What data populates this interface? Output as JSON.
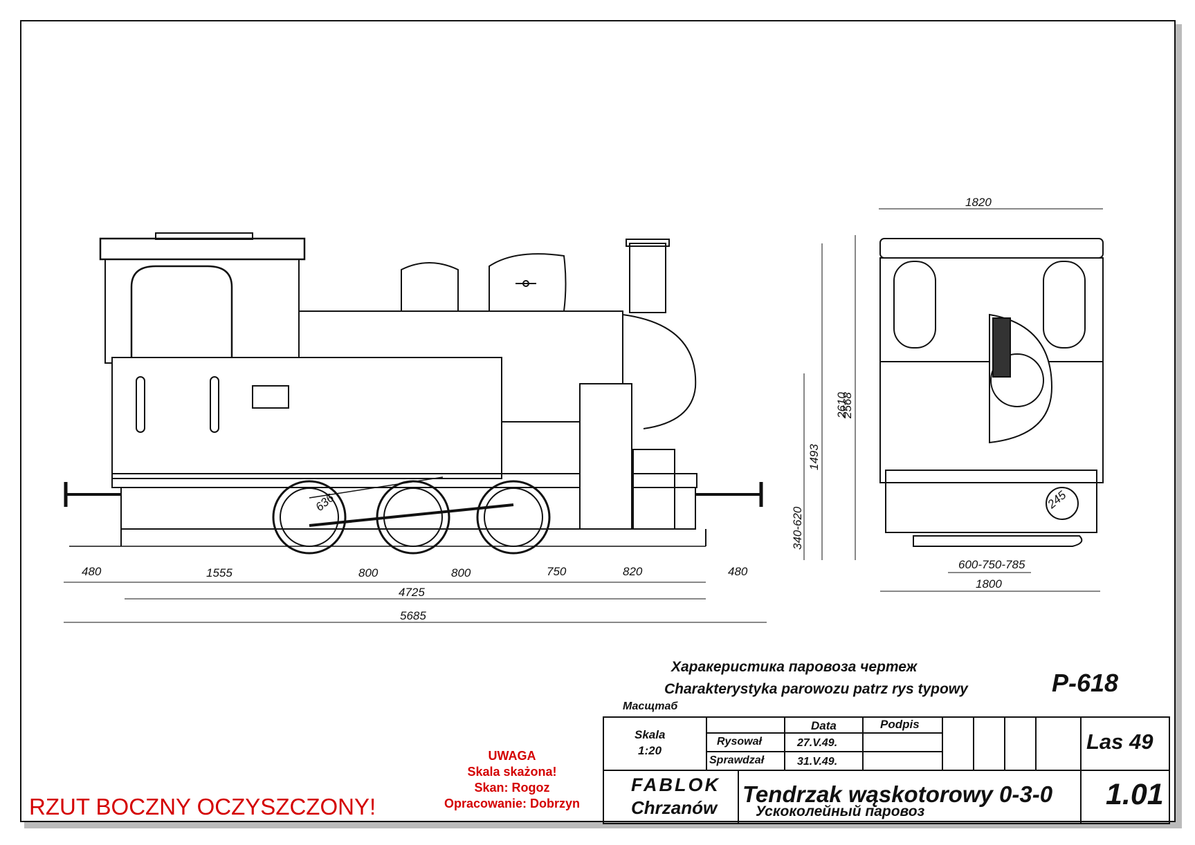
{
  "drawing": {
    "dimensions_side": [
      "480",
      "1555",
      "800",
      "800",
      "750",
      "820",
      "480",
      "4725",
      "5685",
      "636",
      "1493",
      "2568",
      "2610",
      "340-620"
    ],
    "dimensions_front": [
      "1820",
      "1800",
      "600-750-785",
      "245"
    ]
  },
  "title_block": {
    "title_ru": "Харакеристика паровоза чертеж",
    "title_pl": "Charakterystyka parowozu patrz rys typowy",
    "drawing_ref": "P-618",
    "scale_ru": "Масщтаб",
    "scale_label": "Skala",
    "scale_value": "1:20",
    "col_data": "Data",
    "col_podpis": "Podpis",
    "row_rysowal": "Rysował",
    "row_rysowal_date": "27.V.49.",
    "row_sprawdzal": "Sprawdzał",
    "row_sprawdzal_date": "31.V.49.",
    "series": "Las 49",
    "maker_1": "FABLOK",
    "maker_2": "Chrzanów",
    "name_pl": "Tendrzak wąskotorowy 0-3-0",
    "name_ru": "Ускоколейный паровоз",
    "sheet_no": "1.01"
  },
  "notes": {
    "warning_title": "UWAGA",
    "warning_1": "Skala skażona!",
    "warning_2": "Skan: Rogoz",
    "warning_3": "Opracowanie: Dobrzyn",
    "cleaned": "RZUT BOCZNY OCZYSZCZONY!"
  }
}
